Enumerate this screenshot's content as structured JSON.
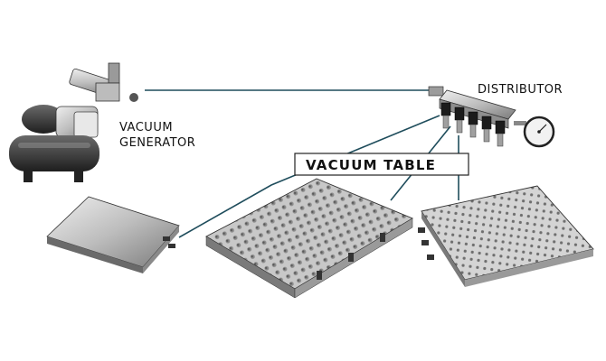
{
  "labels": {
    "vacuum_generator_line1": "VACUUM",
    "vacuum_generator_line2": "GENERATOR",
    "distributor": "DISTRIBUTOR",
    "vacuum_table": "VACUUM TABLE"
  },
  "colors": {
    "connector_line": "#1f4d5c",
    "metal_light": "#d9d9d9",
    "metal_mid": "#a8a8a8",
    "metal_dark": "#4a4a4a"
  }
}
